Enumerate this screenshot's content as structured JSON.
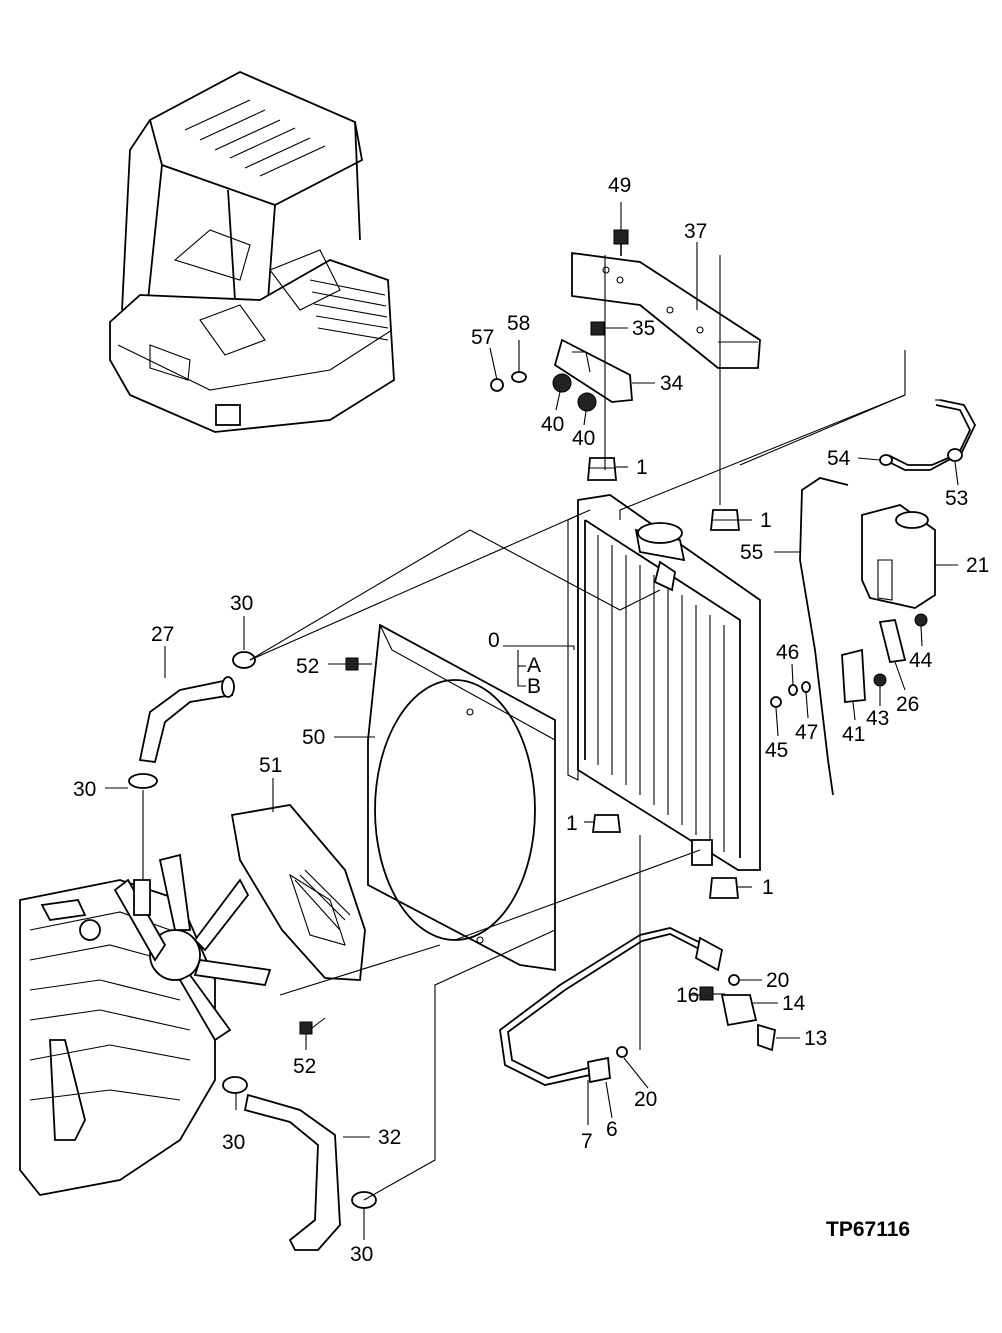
{
  "drawing_ref": "TP67116",
  "part_numbers": {
    "p0": "0",
    "pA": "A",
    "pB": "B",
    "p1a": "1",
    "p1b": "1",
    "p1c": "1",
    "p1d": "1",
    "p6": "6",
    "p7": "7",
    "p13": "13",
    "p14": "14",
    "p16": "16",
    "p20a": "20",
    "p20b": "20",
    "p21": "21",
    "p26": "26",
    "p27": "27",
    "p30a": "30",
    "p30b": "30",
    "p30c": "30",
    "p30d": "30",
    "p32": "32",
    "p34": "34",
    "p35": "35",
    "p37": "37",
    "p40a": "40",
    "p40b": "40",
    "p41": "41",
    "p43": "43",
    "p44": "44",
    "p45": "45",
    "p46": "46",
    "p47": "47",
    "p49": "49",
    "p50": "50",
    "p51": "51",
    "p52a": "52",
    "p52b": "52",
    "p53": "53",
    "p54": "54",
    "p55": "55",
    "p57": "57",
    "p58": "58"
  }
}
